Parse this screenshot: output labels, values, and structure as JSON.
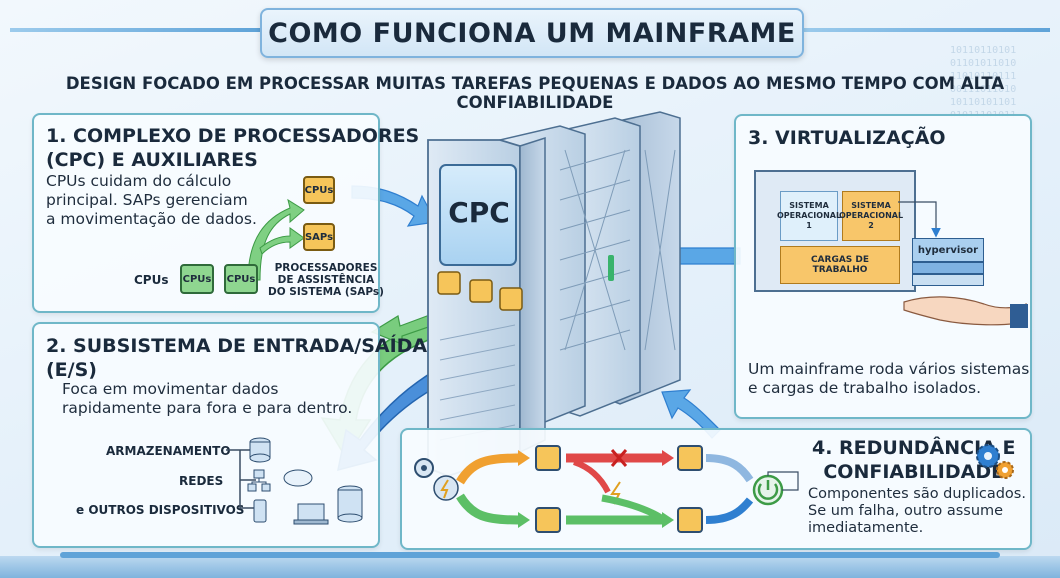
{
  "title": "COMO FUNCIONA UM MAINFRAME",
  "subtitle": "DESIGN FOCADO EM PROCESSAR MUITAS TAREFAS PEQUENAS E DADOS AO MESMO TEMPO COM ALTA CONFIABILIDADE",
  "section1": {
    "title_line1": "1. COMPLEXO DE PROCESSADORES",
    "title_line2": "(CPC) E AUXILIARES",
    "body": [
      "CPUs cuidam do cálculo",
      "principal. SAPs gerenciam",
      "a movimentação de dados."
    ],
    "chip_cpus_top": "CPUs",
    "chip_saps": "SAPs",
    "chip_cpus_a": "CPUs",
    "chip_cpus_b": "CPUs",
    "label_cpus": "CPUs",
    "label_saps": [
      "PROCESSADORES",
      "DE ASSISTÊNCIA",
      "DO SISTEMA (SAPs)"
    ]
  },
  "section2": {
    "title_line1": "2. SUBSISTEMA DE ENTRADA/SAÍDA",
    "title_line2": "(E/S)",
    "body": [
      "Foca em movimentar dados",
      "rapidamente para fora e para dentro."
    ],
    "devices": [
      "ARMAZENAMENTO",
      "REDES",
      "e OUTROS DISPOSITIVOS"
    ]
  },
  "section3": {
    "title": "3. VIRTUALIZAÇÃO",
    "os1": [
      "SISTEMA",
      "OPERACIONAL",
      "1"
    ],
    "os2": [
      "SISTEMA",
      "OPERACIONAL",
      "2"
    ],
    "workloads": [
      "CARGAS DE",
      "TRABALHO"
    ],
    "hypervisor": "hypervisor",
    "body": [
      "Um mainframe roda vários sistemas",
      "e cargas de trabalho isolados."
    ]
  },
  "section4": {
    "title_line1": "4. REDUNDÂNCIA E",
    "title_line2": "CONFIABILIDADE",
    "body": [
      "Componentes são duplicados.",
      "Se um falha, outro assume",
      "imediatamente."
    ]
  },
  "mainframe": {
    "label": "CPC"
  },
  "colors": {
    "panel_border": "#6fb7c8",
    "green": "#5cbf66",
    "blue": "#2f7fd0",
    "orange": "#f0a030",
    "red": "#e04848",
    "title": "#1a2a3c"
  },
  "background_binary": [
    "10110110101",
    "01101011010",
    "11010110111",
    "00111011010",
    "10110101101",
    "01011101011"
  ]
}
